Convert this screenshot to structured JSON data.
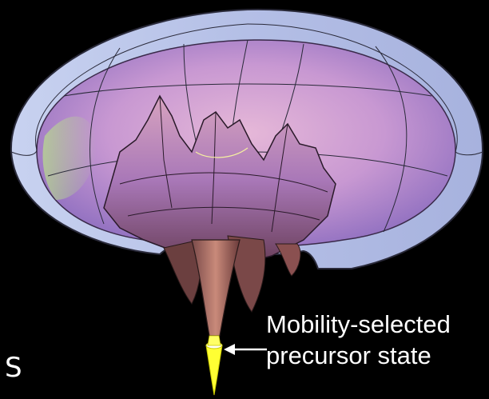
{
  "annotation": {
    "line1": "Mobility-selected",
    "line2": "precursor state"
  },
  "corner_label": "S",
  "colors": {
    "background": "#000000",
    "rim": "#b8c4e8",
    "funnel_inner": "#c79ad6",
    "funnel_deep": "#9a6fb8",
    "precursor_tip": "#ffff33",
    "arrow": "#ffffff",
    "text": "#ffffff"
  }
}
